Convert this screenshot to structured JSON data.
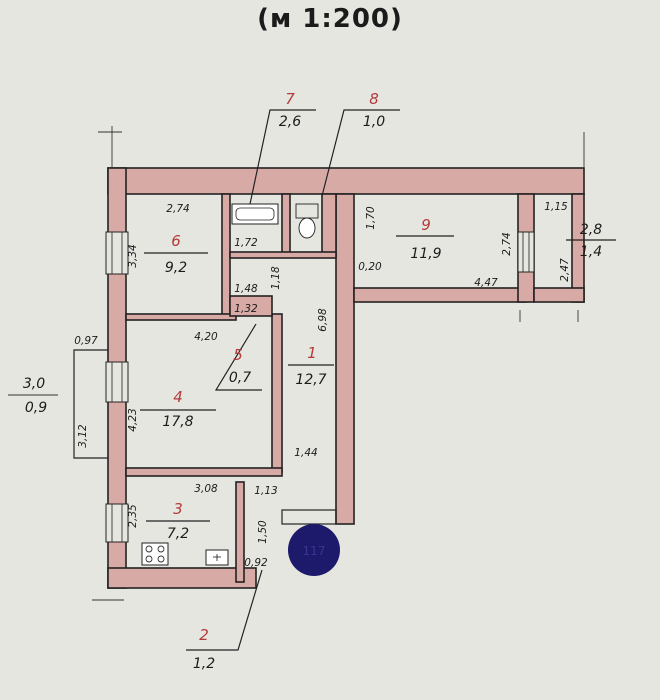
{
  "scale": "(м 1:200)",
  "rooms": [
    {
      "id": "1",
      "area": "12,7"
    },
    {
      "id": "2",
      "area": "1,2"
    },
    {
      "id": "3",
      "area": "7,2"
    },
    {
      "id": "4",
      "area": "17,8"
    },
    {
      "id": "5",
      "area": "0,7"
    },
    {
      "id": "6",
      "area": "9,2"
    },
    {
      "id": "7",
      "area": "2,6"
    },
    {
      "id": "8",
      "area": "1,0"
    },
    {
      "id": "9",
      "area": "11,9"
    }
  ],
  "balconies": [
    {
      "top": "2,8",
      "bottom": "1,4"
    },
    {
      "top": "3,0",
      "bottom": "0,9"
    }
  ],
  "stamp": "117",
  "dims": {
    "d274a": "2,74",
    "d334": "3,34",
    "d172": "1,72",
    "d148": "1,48",
    "d118": "1,18",
    "d132": "1,32",
    "d698": "6,98",
    "d420": "4,20",
    "d423": "4,23",
    "d312": "3,12",
    "d097": "0,97",
    "d144": "1,44",
    "d308": "3,08",
    "d113": "1,13",
    "d235": "2,35",
    "d150": "1,50",
    "d092": "0,92",
    "d170": "1,70",
    "d020": "0,20",
    "d447": "4,47",
    "d274b": "2,74",
    "d115": "1,15",
    "d247": "2,47"
  }
}
